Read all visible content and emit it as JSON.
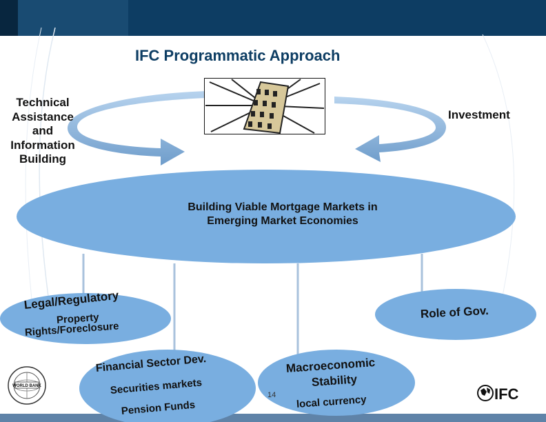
{
  "slide": {
    "title": "IFC Programmatic Approach",
    "left_arrow_label": "Technical Assistance and Information Building",
    "right_arrow_label": "Investment",
    "central_text_line1": "Building Viable Mortgage Markets in",
    "central_text_line2": "Emerging Market  Economies",
    "page_number": "14"
  },
  "pillars": {
    "legal": {
      "line1": "Legal/Regulatory",
      "line2": "Property",
      "line3": "Rights/Foreclosure"
    },
    "role": {
      "line1": "Role of Gov."
    },
    "financial": {
      "line1": "Financial Sector Dev.",
      "line2": "Securities markets",
      "line3": "Pension Funds"
    },
    "macro": {
      "line1": "Macroeconomic",
      "line2": "Stability",
      "line3": "local currency"
    }
  },
  "logos": {
    "seal_text": "WORLD BANK",
    "ifc_text": "IFC"
  },
  "colors": {
    "header": "#0d3d63",
    "ellipse_fill": "#79aee0",
    "arrow_fill": "#8fb7dd",
    "connector": "#a8c2dc",
    "footer": "#5f83a8"
  }
}
